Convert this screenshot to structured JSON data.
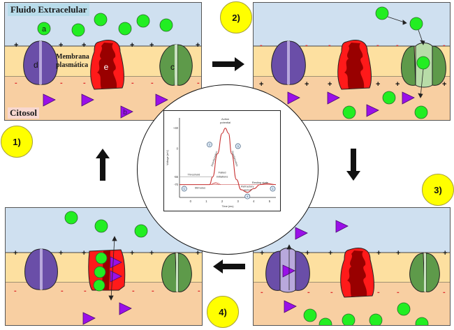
{
  "panels": {
    "p1": {
      "extracellular_label": "Fluido Extracelular",
      "membrane_label_1": "Membrana",
      "membrane_label_2": "plasmática",
      "cytosol_label": "Citosol",
      "protein_labels": {
        "d": "d",
        "e": "e",
        "c": "c"
      },
      "particle_labels": {
        "a": "a",
        "b": "b"
      },
      "outer_sign": "+",
      "inner_sign": "-"
    },
    "p2": {
      "outer_sign": "-",
      "inner_sign": "+"
    },
    "p3": {
      "outer_sign": "+",
      "inner_sign": "-"
    },
    "p4": {
      "outer_sign": "+",
      "inner_sign": "-"
    }
  },
  "step_badges": [
    "1)",
    "2)",
    "3)",
    "4)"
  ],
  "flow_arrows": [
    "right",
    "down",
    "left",
    "up"
  ],
  "colors": {
    "extracellular": "#cfe0f0",
    "membrane": "#fde0a0",
    "cytosol": "#f8cfa2",
    "protein_d": "#6a4ea8",
    "protein_e_outer": "#ff1a1a",
    "protein_e_inner": "#990000",
    "protein_c": "#5e9a4a",
    "sodium_particle": "#22ee22",
    "potassium_particle": "#9a10e8",
    "badge": "#ffff00",
    "minus_sign": "#e03030"
  },
  "chart_data": {
    "type": "line",
    "title": "",
    "xlabel": "Time (ms)",
    "ylabel": "Voltage (mV)",
    "x_ticks": [
      "0",
      "1",
      "2",
      "3",
      "4",
      "5"
    ],
    "y_ticks": [
      "+40",
      "0",
      "-55",
      "-70"
    ],
    "xlim": [
      -0.7,
      5.4
    ],
    "ylim": [
      -95,
      60
    ],
    "series": [
      {
        "name": "membrane potential",
        "x": [
          -0.7,
          1.2,
          1.4,
          1.7,
          2.0,
          2.2,
          2.4,
          2.6,
          2.9,
          3.2,
          3.6,
          4.0,
          4.4,
          4.8,
          5.4
        ],
        "y": [
          -70,
          -70,
          -55,
          -10,
          30,
          40,
          30,
          -10,
          -60,
          -80,
          -85,
          -78,
          -70,
          -68,
          -70
        ]
      }
    ],
    "annotations": [
      {
        "text": "Action",
        "x": 2.2,
        "y": 56
      },
      {
        "text": "potential",
        "x": 2.2,
        "y": 49
      },
      {
        "text": "Threshold",
        "x": 0.2,
        "y": -52
      },
      {
        "text": "Failed",
        "x": 2.0,
        "y": -48
      },
      {
        "text": "initiations",
        "x": 2.0,
        "y": -56
      },
      {
        "text": "Resting state",
        "x": 4.4,
        "y": -68
      },
      {
        "text": "Refractory",
        "x": 3.6,
        "y": -75
      },
      {
        "text": "period",
        "x": 3.6,
        "y": -82
      },
      {
        "text": "Stimulus",
        "x": 0.6,
        "y": -78
      },
      {
        "text": "Depolarization",
        "x": 1.55,
        "y": -20
      },
      {
        "text": "Repolarization",
        "x": 2.75,
        "y": -20
      }
    ],
    "step_markers": [
      {
        "label": "1",
        "x": -0.4,
        "y": -78
      },
      {
        "label": "2",
        "x": 1.2,
        "y": 8
      },
      {
        "label": "3",
        "x": 3.0,
        "y": 5
      },
      {
        "label": "4",
        "x": 3.6,
        "y": -93
      },
      {
        "label": "1",
        "x": 5.2,
        "y": -78
      }
    ],
    "reference_lines": [
      {
        "name": "threshold",
        "y": -55
      },
      {
        "name": "resting",
        "y": -70
      }
    ],
    "grid": false,
    "legend": "none"
  }
}
